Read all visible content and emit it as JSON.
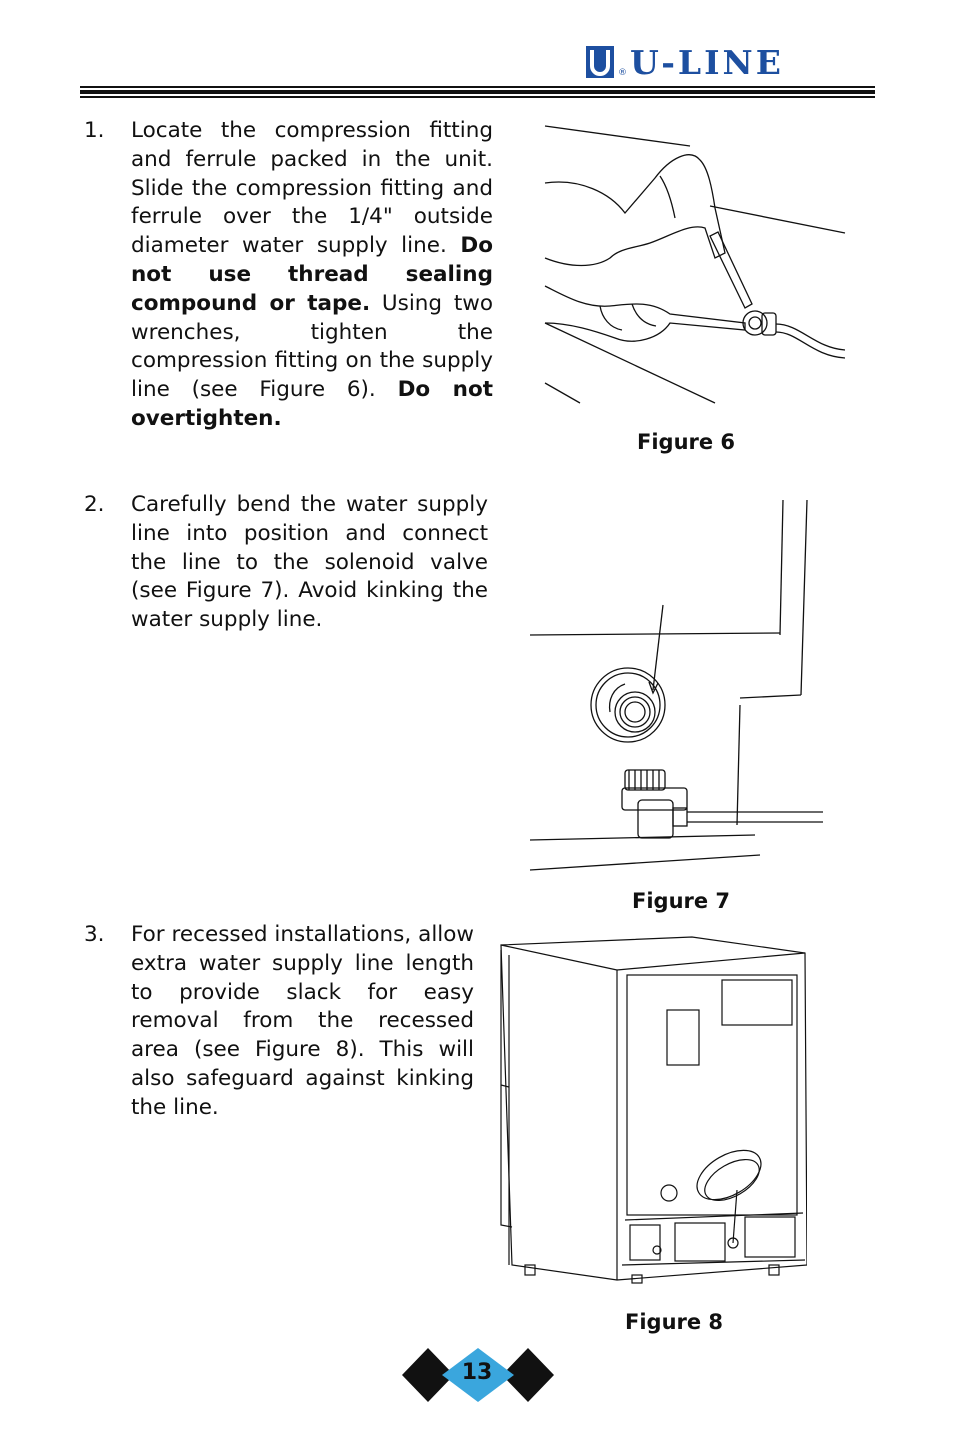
{
  "header": {
    "brand_text": "U-LINE",
    "brand_mark": "U-Line logo",
    "registered": "®",
    "brand_color": "#1d4fa0"
  },
  "steps": [
    {
      "number": "1.",
      "text_1": "Locate the compression fitting and ferrule packed in the unit. Slide the compression fitting and ferrule over the 1/4\" outside diameter water supply line. ",
      "bold_1": "Do not use thread sealing compound or tape.",
      "text_2": " Using two wrenches, tighten the compression fitting on the supply line (see Figure 6). ",
      "bold_2": "Do not overtighten."
    },
    {
      "number": "2.",
      "text": "Carefully bend the water supply line into position and connect the line to the solenoid valve (see Figure 7). Avoid kinking the water supply line."
    },
    {
      "number": "3.",
      "text": "For recessed installations, allow extra water supply line length to provide slack for easy removal from the recessed area (see Figure 8). This will also safeguard against kinking the line."
    }
  ],
  "figures": [
    {
      "caption": "Figure 6",
      "icon": "wrench-fitting-illustration"
    },
    {
      "caption": "Figure 7",
      "icon": "solenoid-valve-illustration"
    },
    {
      "caption": "Figure 8",
      "icon": "unit-rear-illustration"
    }
  ],
  "footer": {
    "page_number": "13",
    "badge_color": "#3aa6dd"
  }
}
